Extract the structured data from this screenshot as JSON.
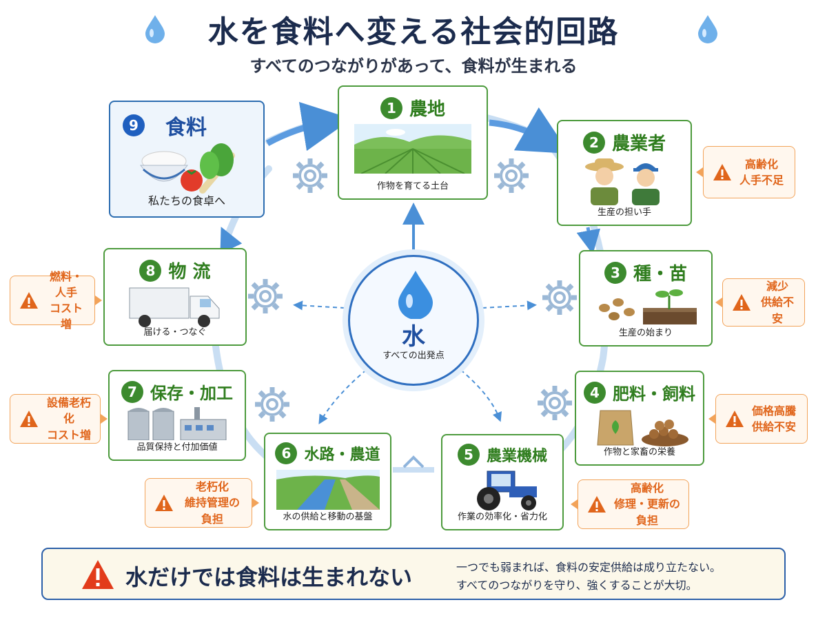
{
  "title": "水を食料へ変える社会的回路",
  "subtitle": "すべてのつながりがあって、食料が生まれる",
  "center": {
    "word": "水",
    "caption": "すべての出発点"
  },
  "nodes": [
    {
      "num": "1",
      "title": "農地",
      "caption": "作物を育てる土台"
    },
    {
      "num": "2",
      "title": "農業者",
      "caption": "生産の担い手"
    },
    {
      "num": "3",
      "title": "種・苗",
      "caption": "生産の始まり"
    },
    {
      "num": "4",
      "title": "肥料・飼料",
      "caption": "作物と家畜の栄養"
    },
    {
      "num": "5",
      "title": "農業機械",
      "caption": "作業の効率化・省力化"
    },
    {
      "num": "6",
      "title": "水路・農道",
      "caption": "水の供給と移動の基盤"
    },
    {
      "num": "7",
      "title": "保存・加工",
      "caption": "品質保持と付加価値"
    },
    {
      "num": "8",
      "title": "物 流",
      "caption": "届ける・つなぐ"
    },
    {
      "num": "9",
      "title": "食料",
      "caption": "私たちの食卓へ"
    }
  ],
  "warnings": {
    "farmers": {
      "line1": "高齢化",
      "line2": "人手不足"
    },
    "seeds": {
      "line1": "減少",
      "line2": "供給不安"
    },
    "fertilizer": {
      "line1": "価格高騰",
      "line2": "供給不安"
    },
    "machinery": {
      "line1": "高齢化",
      "line2": "修理・更新の負担"
    },
    "waterways": {
      "line1": "老朽化",
      "line2": "維持管理の負担"
    },
    "storage": {
      "line1": "設備老朽化",
      "line2": "コスト増"
    },
    "logistics": {
      "line1": "燃料・人手",
      "line2": "コスト増"
    }
  },
  "footer": {
    "main": "水だけでは食料は生まれない",
    "line1": "一つでも弱まれば、食料の安定供給は成り立たない。",
    "line2": "すべてのつながりを守り、強くすることが大切。"
  },
  "colors": {
    "green": "#3c8a2e",
    "blue": "#1f5fbf",
    "orange": "#e0651b",
    "navy": "#1b2b4d"
  }
}
